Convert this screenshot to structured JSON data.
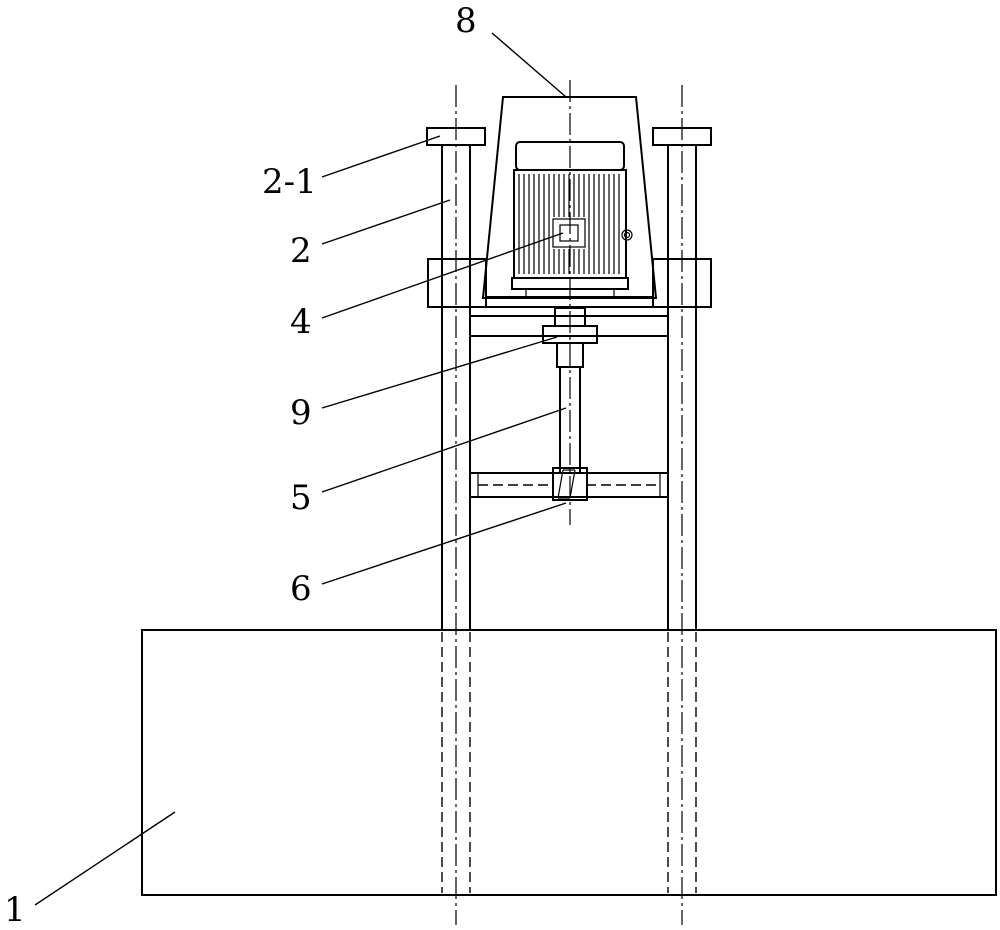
{
  "labels": {
    "part_8": "8",
    "part_2_1": "2-1",
    "part_2": "2",
    "part_4": "4",
    "part_9": "9",
    "part_5": "5",
    "part_6": "6",
    "part_1": "1"
  }
}
